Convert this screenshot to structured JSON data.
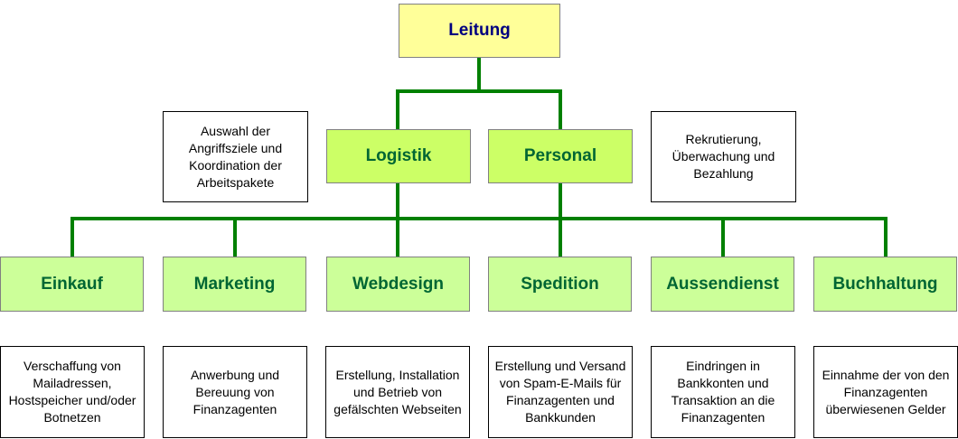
{
  "top": {
    "label": "Leitung"
  },
  "middle": [
    {
      "label": "Logistik",
      "note": "Auswahl der\nAngriffsziele und\nKoordination der\nArbeitspakete"
    },
    {
      "label": "Personal",
      "note": "Rekrutierung,\nÜberwachung und\nBezahlung"
    }
  ],
  "departments": [
    {
      "label": "Einkauf",
      "desc": "Verschaffung von\nMailadressen,\nHostspeicher und/oder\nBotnetzen"
    },
    {
      "label": "Marketing",
      "desc": "Anwerbung und\nBereuung von\nFinanzagenten"
    },
    {
      "label": "Webdesign",
      "desc": "Erstellung, Installation\nund Betrieb von\ngefälschten Webseiten"
    },
    {
      "label": "Spedition",
      "desc": "Erstellung und Versand\nvon Spam-E-Mails für\nFinanzagenten und\nBankkunden"
    },
    {
      "label": "Aussendienst",
      "desc": "Eindringen in\nBankkonten und\nTransaktion an die\nFinanzagenten"
    },
    {
      "label": "Buchhaltung",
      "desc": "Einnahme der von den\nFinanzagenten\nüberwiesenen Gelder"
    }
  ],
  "colors": {
    "connector": "#008000",
    "top_fill": "#ffff99",
    "mid_fill": "#ccff66",
    "dept_fill": "#ccff99"
  }
}
